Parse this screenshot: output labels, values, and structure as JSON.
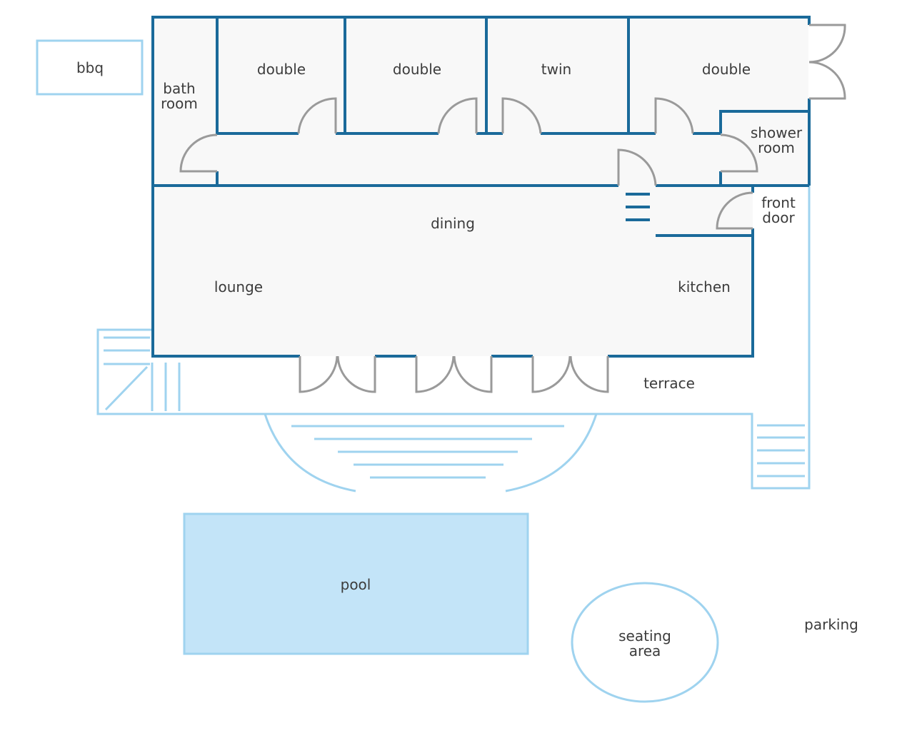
{
  "colors": {
    "wall": "#1a6a9a",
    "door": "#9a9a9a",
    "outdoor_outline": "#9fd3ef",
    "pool_fill": "#c3e4f8",
    "floor_fill": "#f8f8f8",
    "text": "#3c3c3c"
  },
  "rooms": {
    "bbq": "bbq",
    "bath_room": [
      "bath",
      "room"
    ],
    "bedroom_1": "double",
    "bedroom_2": "double",
    "bedroom_3": "twin",
    "bedroom_4": "double",
    "shower_room": [
      "shower",
      "room"
    ],
    "front_door": [
      "front",
      "door"
    ],
    "dining": "dining",
    "lounge": "lounge",
    "kitchen": "kitchen",
    "terrace": "terrace",
    "pool": "pool",
    "seating_area": [
      "seating",
      "area"
    ],
    "parking": "parking"
  }
}
